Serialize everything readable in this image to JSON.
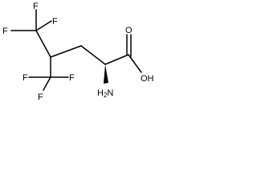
{
  "molecule": {
    "atoms": {
      "f1": "F",
      "f2": "F",
      "f3": "F",
      "f4": "F",
      "f5": "F",
      "f6": "F",
      "o_carbonyl": "O",
      "oh": "OH",
      "nh2_main": "H",
      "nh2_sub": "2",
      "nh2_n": "N"
    },
    "bond_color": "#000000",
    "label_color": "#000000"
  }
}
